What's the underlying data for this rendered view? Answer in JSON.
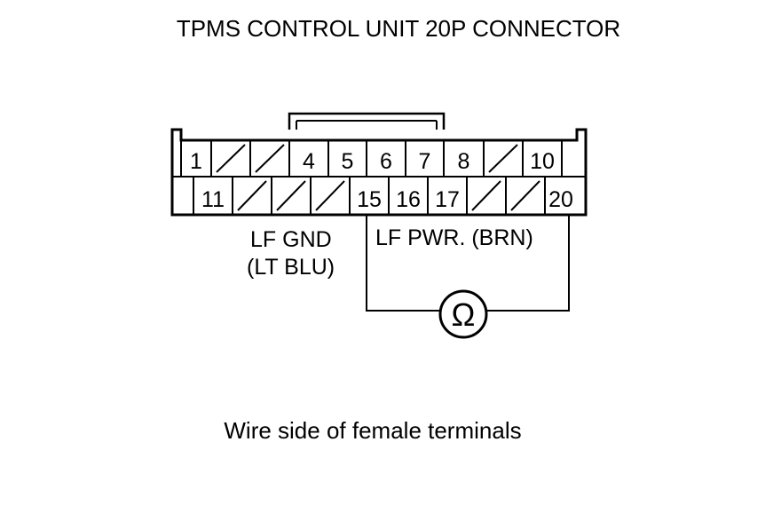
{
  "title": "TPMS CONTROL UNIT 20P CONNECTOR",
  "caption": "Wire side of female terminals",
  "connector": {
    "top_row": [
      "1",
      "",
      "",
      "4",
      "5",
      "6",
      "7",
      "8",
      "",
      "10"
    ],
    "bottom_row": [
      "11",
      "",
      "",
      "",
      "15",
      "16",
      "17",
      "",
      "",
      "20"
    ]
  },
  "labels": {
    "gnd_line1": "LF GND",
    "gnd_line2": "(LT BLU)",
    "pwr": "LF PWR. (BRN)"
  },
  "meter_symbol": "Ω"
}
